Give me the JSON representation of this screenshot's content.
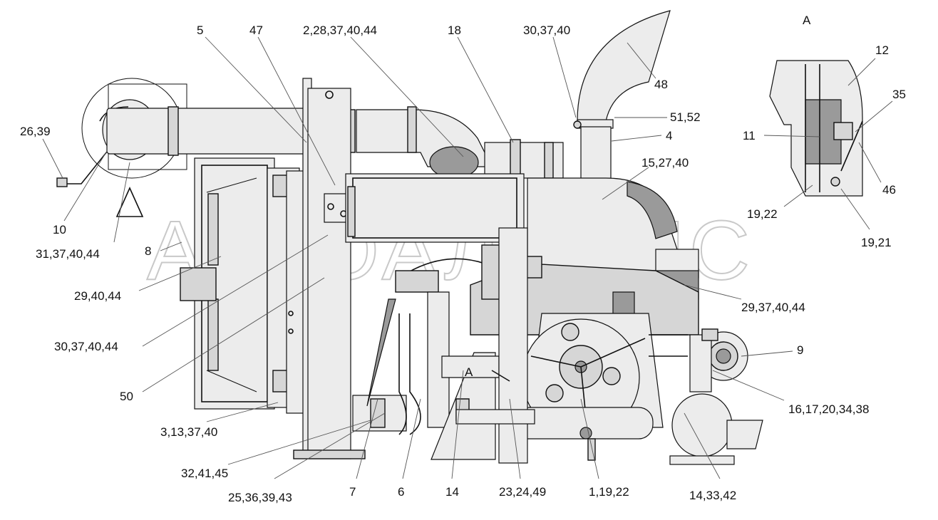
{
  "watermark": "АВТОАЛЬЯНС",
  "view_label": "А",
  "inset_label": "А",
  "labels": {
    "l_5": "5",
    "l_47": "47",
    "l_2_28": "2,28,37,40,44",
    "l_18": "18",
    "l_30_37_40_top": "30,37,40",
    "l_48": "48",
    "l_51_52": "51,52",
    "l_4": "4",
    "l_15_27_40": "15,27,40",
    "l_26_39": "26,39",
    "l_10": "10",
    "l_31_37_40_44": "31,37,40,44",
    "l_8": "8",
    "l_29_40_44": "29,40,44",
    "l_30_37_40_44": "30,37,40,44",
    "l_50": "50",
    "l_3_13_37_40": "3,13,37,40",
    "l_32_41_45": "32,41,45",
    "l_25_36_39_43": "25,36,39,43",
    "l_7": "7",
    "l_6": "6",
    "l_14": "14",
    "l_23_24_49": "23,24,49",
    "l_1_19_22": "1,19,22",
    "l_14_33_42": "14,33,42",
    "l_16_17_20": "16,17,20,34,38",
    "l_9": "9",
    "l_29_37_40_44": "29,37,40,44",
    "l_12": "12",
    "l_35": "35",
    "l_11": "11",
    "l_46": "46",
    "l_19_22": "19,22",
    "l_19_21": "19,21"
  }
}
